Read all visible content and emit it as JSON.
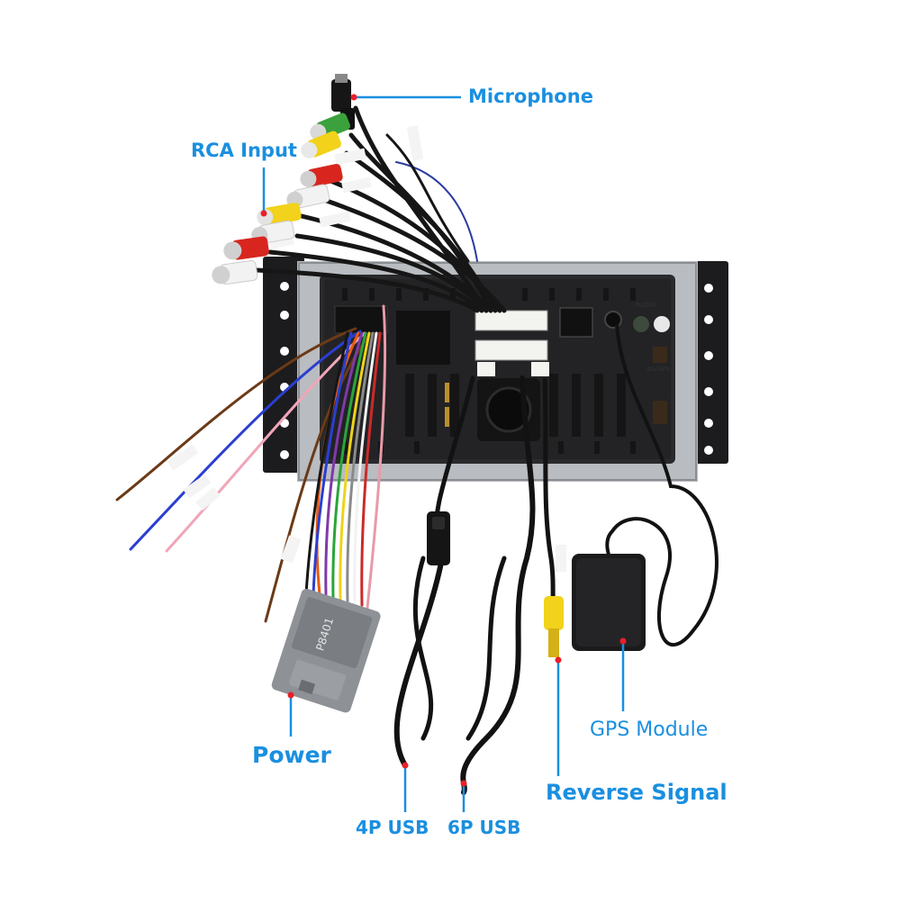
{
  "labels": {
    "microphone": "Microphone",
    "rca_input": "RCA Input",
    "power": "Power",
    "gps_module": "GPS Module",
    "reverse_signal": "Reverse Signal",
    "usb_4p": "4P USB",
    "usb_6p": "6P USB"
  },
  "connector_code": "P8401",
  "colors": {
    "callout_text": "#1a8fe0",
    "leader_line": "#1a8fe0",
    "leader_dot": "#e8202a",
    "unit_frame": "#1c1c1e",
    "unit_plate": "#b9bcc0",
    "harness_grey": "#8e9196",
    "rca_red": "#d8261f",
    "rca_yellow": "#f2d21a",
    "rca_white": "#f2f2f2",
    "rca_green": "#3aa13c"
  },
  "icons": [
    "gps-antenna-icon",
    "usb-plug-icon",
    "rca-plug-icon",
    "microphone-jack-icon",
    "power-harness-icon"
  ]
}
